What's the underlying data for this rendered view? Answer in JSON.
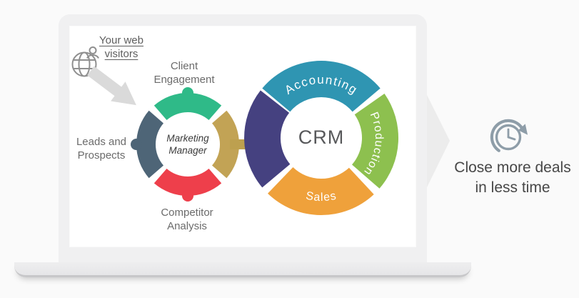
{
  "background": "#fafafa",
  "laptop": {
    "bezel_color": "#f0f0f1",
    "screen_color": "#ffffff",
    "base_color": "#e9e9ea"
  },
  "visitors": {
    "label": "Your web visitors",
    "icon": "globe-user-icon",
    "icon_color": "#8f8f8f",
    "arrow_color": "#dadada"
  },
  "marketing_ring": {
    "center_label": "Marketing Manager",
    "labels": {
      "top": "Client Engagement",
      "left": "Leads and Prospects",
      "bottom": "Competitor Analysis"
    },
    "colors": {
      "top": "#2fba88",
      "right": "#c2a355",
      "bottom": "#ee3f4b",
      "left": "#4e6577"
    }
  },
  "flow_arrow": {
    "icon": "right-arrow",
    "color": "#bda04f"
  },
  "crm_ring": {
    "center_label": "CRM",
    "segment_labels": {
      "top": "Accounting",
      "right": "Production",
      "bottom": "Sales"
    },
    "colors": {
      "top": "#2f95b2",
      "right": "#8dc04f",
      "bottom": "#efa13b",
      "left": "#454180"
    },
    "label_color": "#ffffff"
  },
  "chevron": {
    "icon": "chevron-right-icon",
    "color": "#ececec"
  },
  "outcome": {
    "label": "Close more deals in less time",
    "icon": "clock-refresh-icon",
    "icon_color": "#8e9da8"
  }
}
